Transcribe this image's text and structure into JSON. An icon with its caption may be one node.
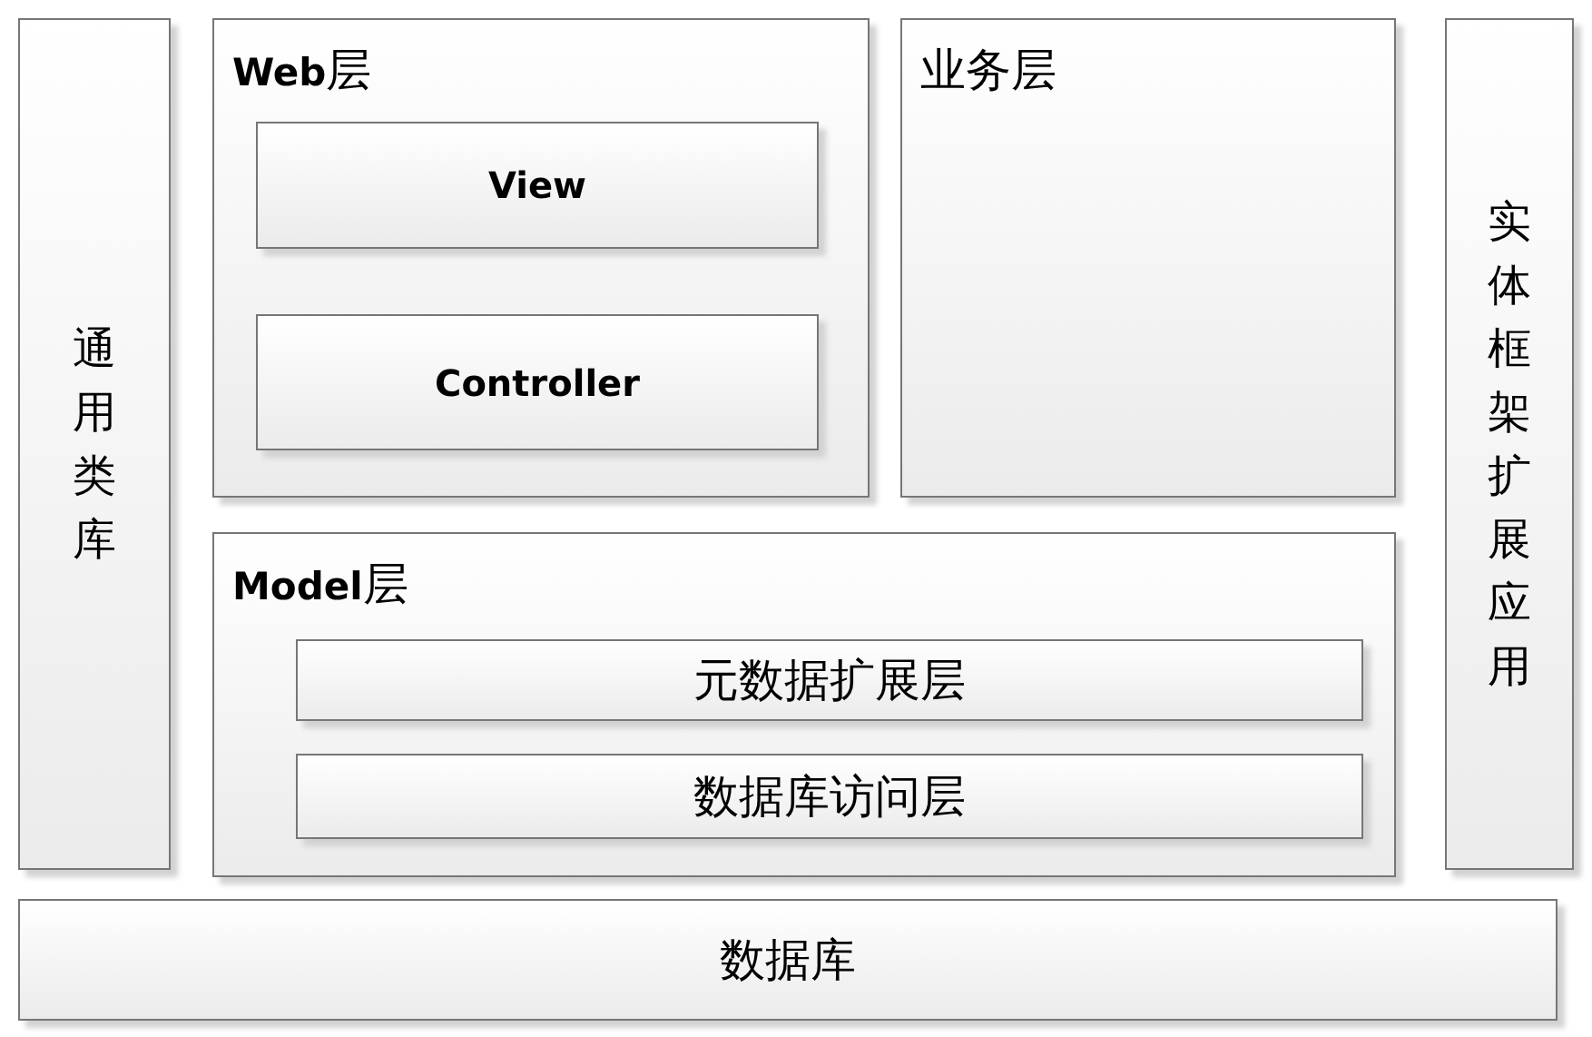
{
  "diagram": {
    "nodes": [
      {
        "text": [
          "通用类库"
        ]
      },
      {
        "text": [
          "**Web**层"
        ]
      },
      {
        "text": [
          "View"
        ],
        "in": 1
      },
      {
        "text": [
          "Controller"
        ],
        "in": 1
      },
      {
        "text": [
          "业务层"
        ]
      },
      {
        "text": [
          "实体框架扩展应用"
        ]
      },
      {
        "text": [
          "**Model**层"
        ]
      },
      {
        "text": [
          "元数据扩展层"
        ],
        "in": 6
      },
      {
        "text": [
          "数据库访问层"
        ],
        "in": 6
      },
      {
        "text": [
          "数据库"
        ]
      }
    ]
  }
}
